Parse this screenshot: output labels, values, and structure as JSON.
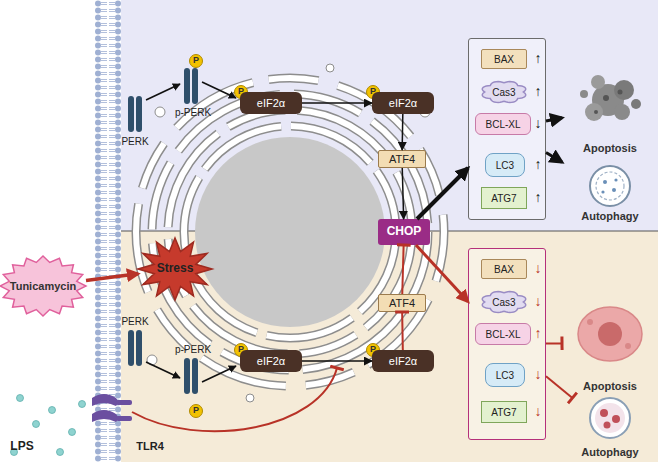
{
  "diagram": {
    "nodes": [
      {
        "text": [
          "Tunicamycin"
        ]
      },
      {
        "text": [
          "Stress"
        ]
      },
      {
        "text": [
          "P"
        ]
      },
      {
        "text": [
          "P"
        ]
      },
      {
        "text": [
          "eIF2α"
        ]
      },
      {
        "text": [
          "P"
        ]
      },
      {
        "text": [
          "eIF2α"
        ]
      },
      {
        "text": [
          "ATF4"
        ]
      },
      {
        "text": [
          "CHOP"
        ]
      },
      {
        "text": []
      },
      {
        "text": [
          "BAX"
        ],
        "in": 9
      },
      {
        "text": [
          "Cas3"
        ],
        "in": 9
      },
      {
        "text": [
          "BCL-XL"
        ],
        "in": 9
      },
      {
        "text": [
          "LC3"
        ],
        "in": 9
      },
      {
        "text": [
          "ATG7"
        ],
        "in": 9
      },
      {
        "text": [
          "Apoptosis"
        ]
      },
      {
        "text": [
          "Autophagy"
        ]
      },
      {
        "text": []
      },
      {
        "text": [
          "BAX"
        ],
        "in": 17
      },
      {
        "text": [
          "Cas3"
        ],
        "in": 17
      },
      {
        "text": [
          "BCL-XL"
        ],
        "in": 17
      },
      {
        "text": [
          "LC3"
        ],
        "in": 17
      },
      {
        "text": [
          "ATG7"
        ],
        "in": 17
      },
      {
        "text": [
          "Apoptosis"
        ]
      },
      {
        "text": [
          "Autophagy"
        ]
      },
      {
        "text": [
          "ATF4"
        ]
      },
      {
        "text": [
          "P"
        ]
      },
      {
        "text": [
          "eIF2α"
        ]
      },
      {
        "text": [
          "P"
        ]
      },
      {
        "text": [
          "eIF2α"
        ]
      },
      {
        "text": [
          "P"
        ]
      }
    ],
    "edges": [
      {
        "from": 0,
        "to": 1,
        "arrow": "to"
      },
      {
        "from": 4,
        "to": 6,
        "arrow": "to"
      },
      {
        "from": 6,
        "to": 7,
        "arrow": "to"
      },
      {
        "from": 7,
        "to": 8,
        "arrow": "to"
      },
      {
        "from": 8,
        "to": 9,
        "arrow": "to"
      },
      {
        "from": 9,
        "to": 15,
        "arrow": "to"
      },
      {
        "from": 9,
        "to": 16,
        "arrow": "to"
      },
      {
        "from": 8,
        "to": 17,
        "arrow": "to"
      },
      {
        "from": 17,
        "to": 23,
        "arrow": "to"
      },
      {
        "from": 17,
        "to": 24,
        "arrow": "to"
      },
      {
        "from": 27,
        "to": 29,
        "arrow": "to"
      },
      {
        "from": 29,
        "to": 25,
        "arrow": "to"
      },
      {
        "from": 25,
        "to": 8,
        "arrow": "to"
      }
    ],
    "labels": [
      "PERK",
      "p-PERK",
      "PERK",
      "p-PERK",
      "LPS",
      "TLR4",
      "↑",
      "↑",
      "↓",
      "↑",
      "↑",
      "↓",
      "↓",
      "↑",
      "↓",
      "↓"
    ]
  }
}
